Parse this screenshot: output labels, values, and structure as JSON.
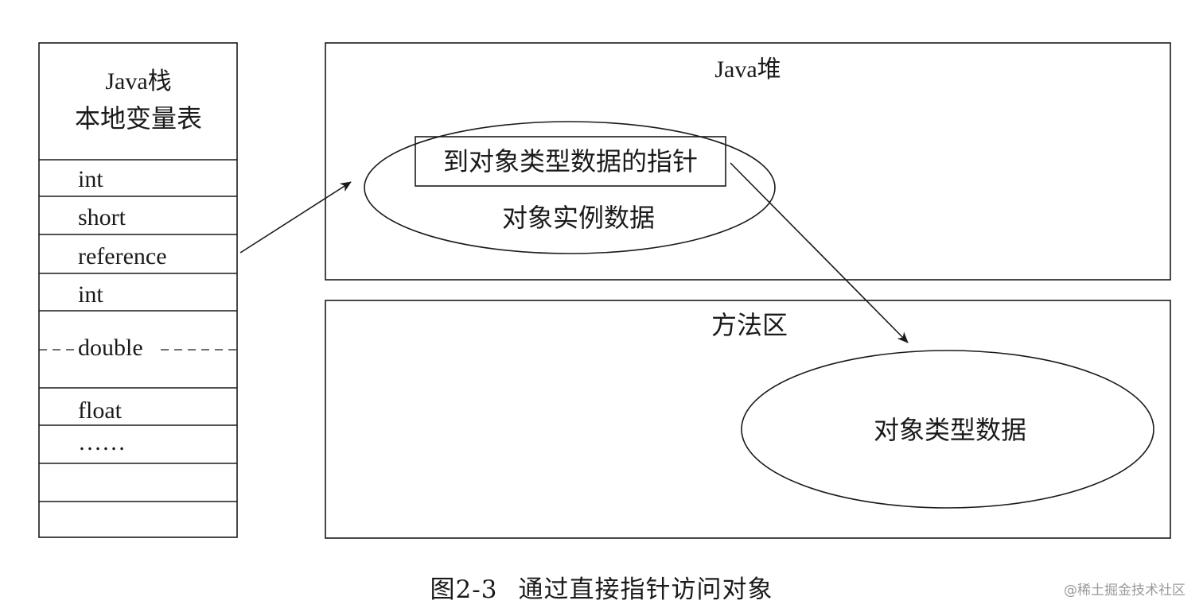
{
  "stack": {
    "title": "Java栈",
    "subtitle": "本地变量表",
    "slots": [
      "int",
      "short",
      "reference",
      "int",
      "double",
      "float",
      "……",
      "",
      ""
    ]
  },
  "heap": {
    "title": "Java堆",
    "instance": {
      "pointer_label": "到对象类型数据的指针",
      "label": "对象实例数据"
    }
  },
  "method_area": {
    "title": "方法区",
    "type_data_label": "对象类型数据"
  },
  "caption": {
    "number": "图2-3",
    "text": "通过直接指针访问对象"
  },
  "watermark": "@稀土掘金技术社区"
}
